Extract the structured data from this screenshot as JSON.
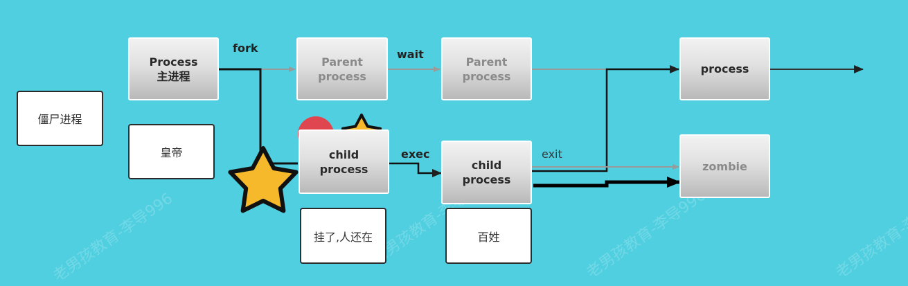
{
  "nodes": {
    "process_main": {
      "line1": "Process",
      "line2": "主进程"
    },
    "parent_1": {
      "line1": "Parent",
      "line2": "process"
    },
    "parent_2": {
      "line1": "Parent",
      "line2": "process"
    },
    "process_final": {
      "line1": "process"
    },
    "child_1": {
      "line1": "child",
      "line2": "process"
    },
    "child_2": {
      "line1": "child",
      "line2": "process"
    },
    "zombie": {
      "line1": "zombie"
    }
  },
  "notes": {
    "zombie_process": "僵尸进程",
    "emperor": "皇帝",
    "hung_still_alive": "挂了,人还在",
    "commoner": "百姓"
  },
  "edge_labels": {
    "fork": "fork",
    "wait": "wait",
    "exec": "exec",
    "exit": "exit"
  },
  "watermark": "老男孩教育-李导996",
  "colors": {
    "background": "#4fcfe0",
    "star": "#f6b92b",
    "no_entry": "#e0464f"
  }
}
